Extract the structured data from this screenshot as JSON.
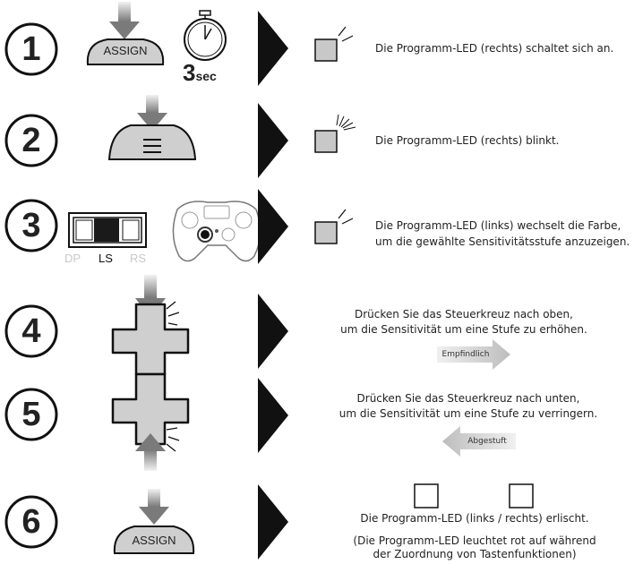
{
  "steps": [
    {
      "number": "1",
      "button": "ASSIGN",
      "timer": "3",
      "timer_unit": "sec",
      "text": "Die Programm-LED (rechts) schaltet sich an."
    },
    {
      "number": "2",
      "button_icon": "menu-lines-icon",
      "text": "Die Programm-LED (rechts) blinkt."
    },
    {
      "number": "3",
      "switch_labels": [
        "DP",
        "LS",
        "RS"
      ],
      "switch_selected": "LS",
      "text_lines": [
        "Die Programm-LED (links) wechselt die Farbe,",
        "um die gewählte Sensitivitätsstufe anzuzeigen."
      ]
    },
    {
      "number": "4",
      "text_lines": [
        "Drücken Sie das Steuerkreuz nach oben,",
        "um die Sensitivität um eine Stufe zu erhöhen."
      ],
      "arrow_label": "Empfindlich"
    },
    {
      "number": "5",
      "text_lines": [
        "Drücken Sie das Steuerkreuz nach unten,",
        "um die Sensitivität um eine Stufe zu verringern."
      ],
      "arrow_label": "Abgestuft"
    },
    {
      "number": "6",
      "button": "ASSIGN",
      "text": "Die Programm-LED (links / rechts) erlischt.",
      "note_lines": [
        "(Die Programm-LED leuchtet rot auf während",
        "der Zuordnung von Tastenfunktionen)"
      ]
    }
  ],
  "colors": {
    "led_fill": "#c8c8c8",
    "button_fill": "#cfcfcf",
    "arrow_gray": "#8a8a8a",
    "switch_dark": "#1a1a1a",
    "dim_label": "#c8c8c8"
  }
}
